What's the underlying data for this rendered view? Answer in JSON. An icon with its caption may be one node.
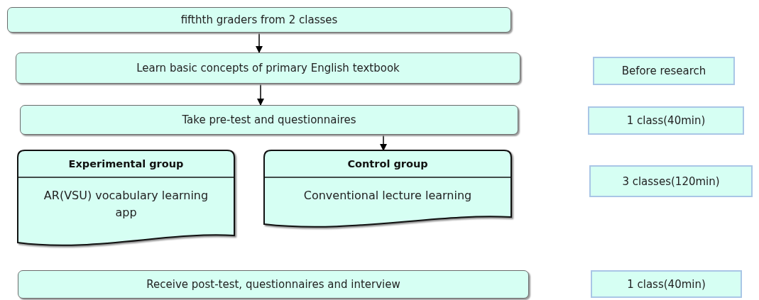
{
  "diagram": {
    "nodes": [
      {
        "text": [
          "fifthth graders from 2 classes"
        ]
      },
      {
        "text": [
          "Learn basic concepts of primary English textbook"
        ]
      },
      {
        "text": [
          "Take pre-test and questionnaires"
        ]
      },
      {
        "text": [
          "Experimental group",
          "AR(VSU) vocabulary learning app"
        ]
      },
      {
        "text": [
          "Control group",
          "Conventional lecture learning"
        ]
      },
      {
        "text": [
          "Receive post-test, questionnaires and interview"
        ]
      },
      {
        "text": [
          "Before research"
        ]
      },
      {
        "text": [
          "1 class(40min)"
        ]
      },
      {
        "text": [
          "3 classes(120min)"
        ]
      },
      {
        "text": [
          "1 class(40min)"
        ]
      }
    ],
    "edges": [
      {
        "from": 0,
        "to": 1,
        "arrow": "to"
      },
      {
        "from": 1,
        "to": 2,
        "arrow": "to"
      },
      {
        "from": 2,
        "to": 4,
        "arrow": "to"
      }
    ]
  }
}
